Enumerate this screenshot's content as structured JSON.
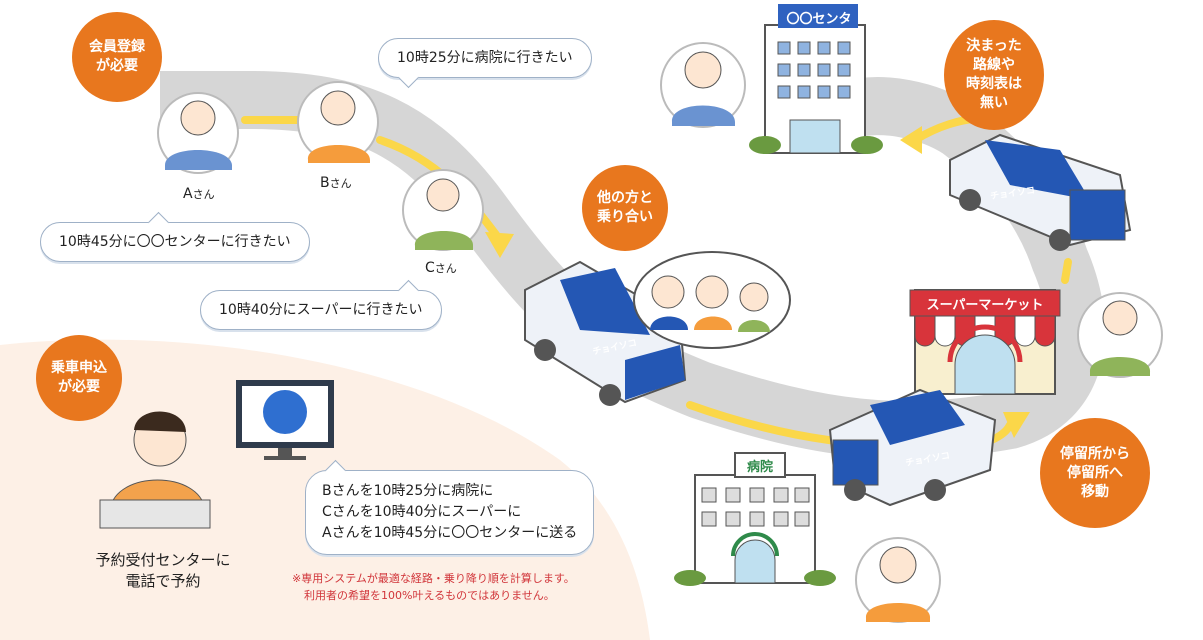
{
  "badges": {
    "membership": "会員登録\nが必要",
    "ride_request": "乗車申込\nが必要",
    "no_fixed_route": "決まった\n路線や\n時刻表は\n無い",
    "shared_ride": "他の方と\n乗り合い",
    "stop_to_stop": "停留所から\n停留所へ\n移動"
  },
  "speech": {
    "b_request": "10時25分に病院に行きたい",
    "a_request": "10時45分に〇〇センターに行きたい",
    "c_request": "10時40分にスーパーに行きたい",
    "system_plan": [
      "Bさんを10時25分に病院に",
      "Cさんを10時40分にスーパーに",
      "Aさんを10時45分に〇〇センターに送る"
    ]
  },
  "people": {
    "a_name": "A",
    "b_name": "B",
    "c_name": "C",
    "honorific": "さん"
  },
  "places": {
    "center": "〇〇センター",
    "hospital": "病院",
    "supermarket": "スーパーマーケット"
  },
  "vehicle_logo": "チョイソコ",
  "reservation_center": [
    "予約受付センターに",
    "電話で予約"
  ],
  "disclaimer": [
    "※専用システムが最適な経路・乗り降り順を計算します。",
    "利用者の希望を100%叶えるものではありません。"
  ],
  "colors": {
    "orange": "#e8771e",
    "road": "#d9d9d9",
    "arrow": "#fbd749",
    "bus_blue": "#2457b4",
    "note_red": "#d1353a",
    "peach_bg": "#fdf0e6"
  }
}
